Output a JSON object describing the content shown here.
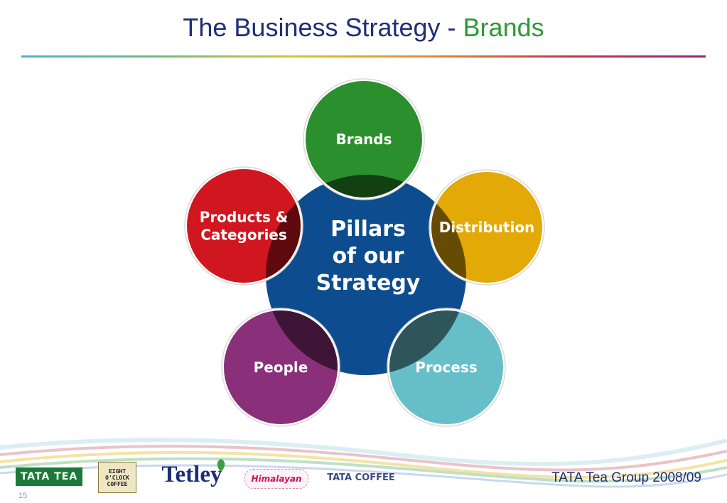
{
  "slide": {
    "title_main": "The Business Strategy - ",
    "title_accent": "Brands",
    "footer_text": "TATA Tea Group 2008/09",
    "page_number": "15"
  },
  "diagram": {
    "center": {
      "lines": [
        "Pillars",
        "of our",
        "Strategy"
      ],
      "color": "#0d4c8f"
    },
    "pillars": [
      {
        "lines": [
          "Brands"
        ],
        "color": "#2a8f2c"
      },
      {
        "lines": [
          "Distribution"
        ],
        "color": "#e3a906"
      },
      {
        "lines": [
          "Process"
        ],
        "color": "#66bfc8"
      },
      {
        "lines": [
          "People"
        ],
        "color": "#8a2f7a"
      },
      {
        "lines": [
          "Products &",
          "Categories"
        ],
        "color": "#d0161f"
      }
    ]
  },
  "logos": {
    "tata_tea": "TATA TEA",
    "eight_oclock": [
      "EIGHT",
      "O'CLOCK",
      "COFFEE"
    ],
    "tetley": "Tetley",
    "himalayan": "Himalayan",
    "tata_coffee": "TATA COFFEE"
  },
  "colors": {
    "title": "#1f2d7a",
    "title_accent": "#2e9a35"
  }
}
